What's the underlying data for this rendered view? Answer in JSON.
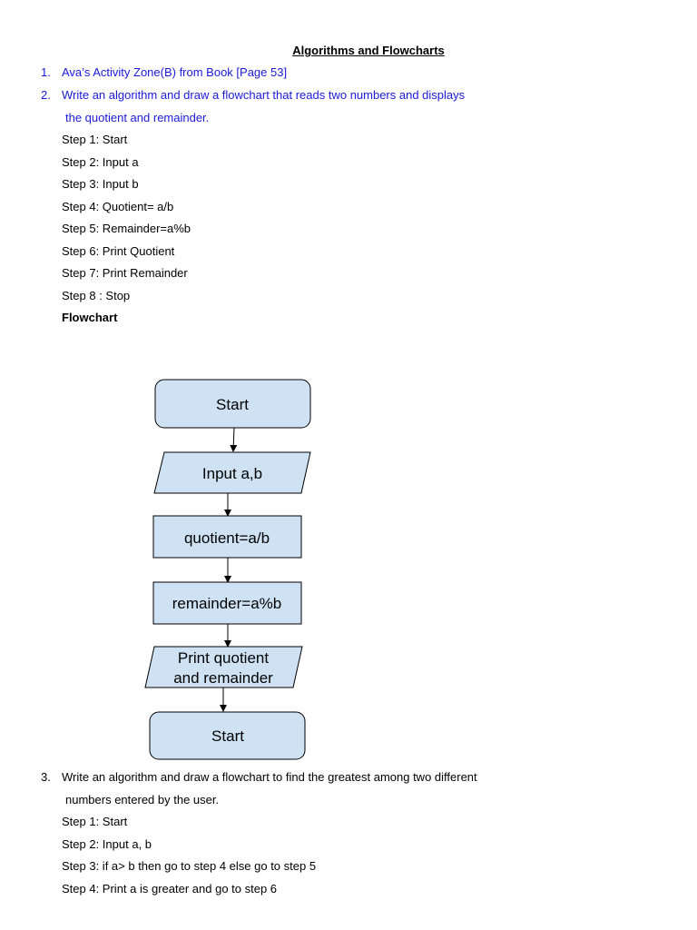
{
  "title": "Algorithms and Flowcharts",
  "items": [
    {
      "number": "1.",
      "text": "Ava’s Activity Zone(B) from Book [Page 53]"
    },
    {
      "number": "2.",
      "text": "Write an algorithm and draw a flowchart that reads two numbers and displays",
      "continuation": "the quotient and remainder."
    },
    {
      "number": "3.",
      "text": "Write an algorithm and draw a  flowchart to find the greatest among two different",
      "continuation": "numbers entered by the user."
    }
  ],
  "algorithm1": [
    "Step 1: Start",
    "Step 2: Input a",
    "Step 3: Input b",
    "Step 4: Quotient= a/b",
    "Step 5: Remainder=a%b",
    "Step 6: Print Quotient",
    "Step 7: Print Remainder",
    "Step 8 : Stop"
  ],
  "flowchart_label": "Flowchart",
  "flowchart": {
    "nodes": [
      {
        "shape": "terminal",
        "label": "Start"
      },
      {
        "shape": "io",
        "label": "Input a,b"
      },
      {
        "shape": "process",
        "label": "quotient=a/b"
      },
      {
        "shape": "process",
        "label": "remainder=a%b"
      },
      {
        "shape": "io",
        "label_line1": "Print quotient",
        "label_line2": "and remainder"
      },
      {
        "shape": "terminal",
        "label": "Start"
      }
    ],
    "fill_color": "#cfe2f3",
    "stroke_color": "#000000"
  },
  "algorithm2": [
    "Step 1: Start",
    "Step 2: Input a, b",
    "Step 3: if a> b then go to step 4 else go to step 5",
    "Step 4: Print a is greater and go to step 6"
  ]
}
